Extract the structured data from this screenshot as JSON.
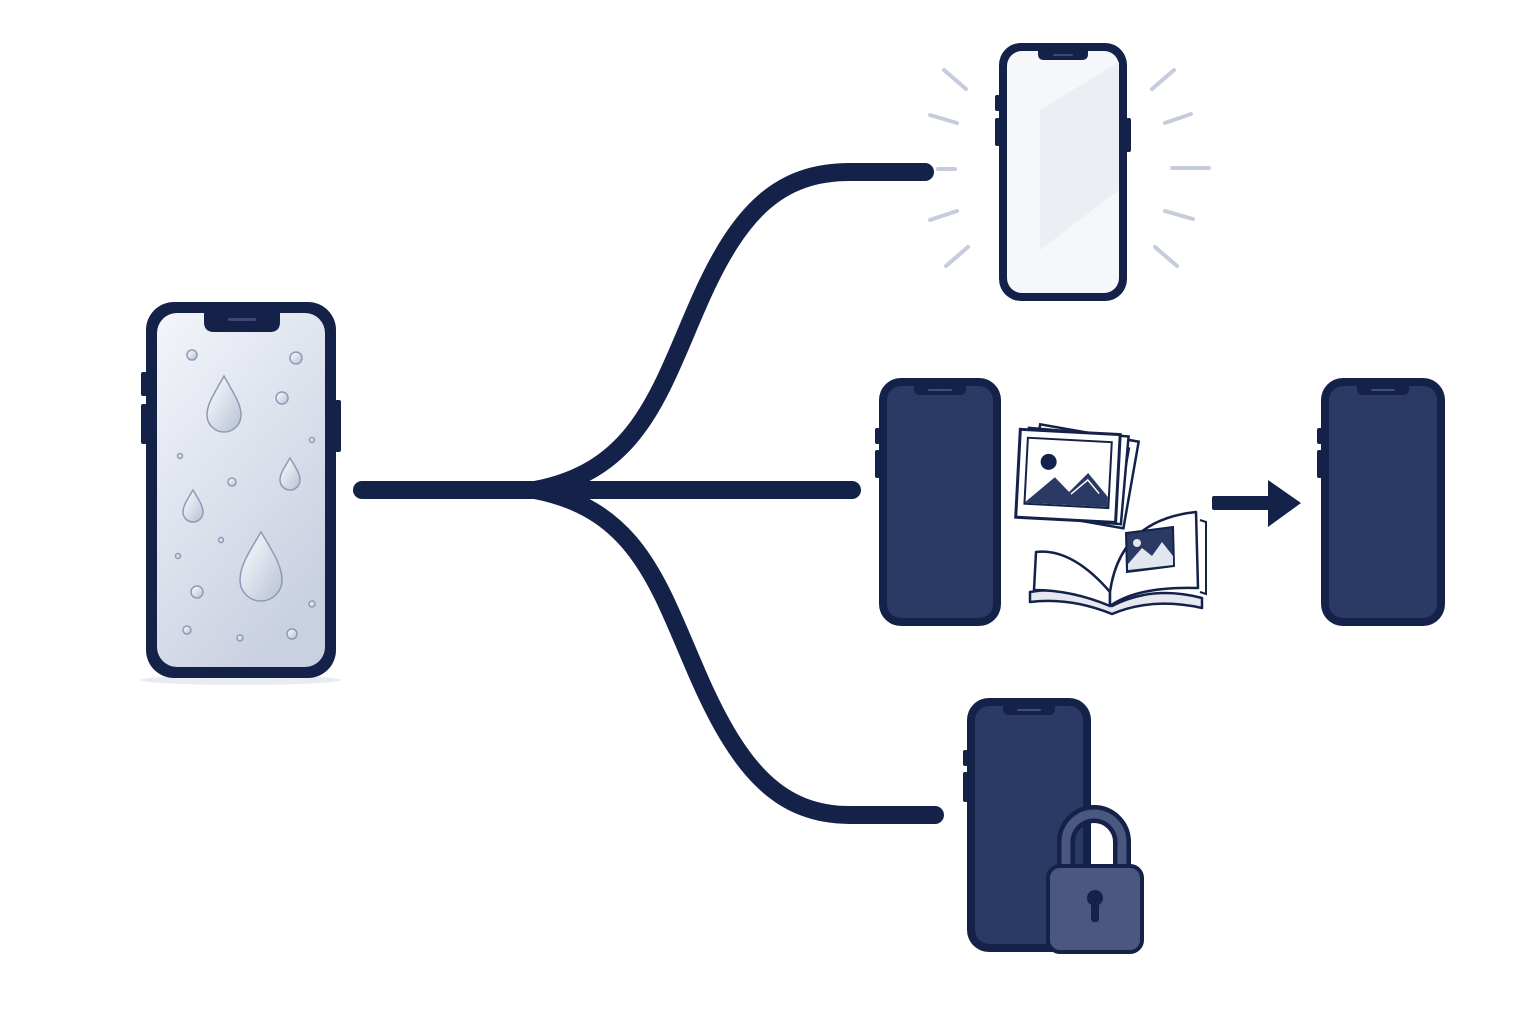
{
  "diagram": {
    "colors": {
      "background": "#ffffff",
      "navy": "#14224a",
      "navy_screen": "#2a3a64",
      "wet_screen_light": "#f3f5fa",
      "wet_screen_dark": "#c9d0e0",
      "lit_screen": "#f6f7fb",
      "glow_rays": "#c6ccdb",
      "lock_body": "#4a5880"
    },
    "nodes": [
      {
        "id": "wet-phone",
        "icon": "water-droplets-icon",
        "screen": "wet"
      },
      {
        "id": "phone-lit-screen",
        "icon": "glowing-screen-icon",
        "screen": "lit"
      },
      {
        "id": "source-phone",
        "icon": "phone-icon",
        "screen": "dark"
      },
      {
        "id": "photos-transfer",
        "icon": "photo-album-icon"
      },
      {
        "id": "transfer-arrow",
        "icon": "right-arrow-icon"
      },
      {
        "id": "target-phone",
        "icon": "phone-icon",
        "screen": "dark"
      },
      {
        "id": "locked-phone",
        "icon": "padlock-icon",
        "screen": "dark"
      }
    ],
    "edges": [
      {
        "from": "wet-phone",
        "to": "phone-lit-screen"
      },
      {
        "from": "wet-phone",
        "to": "source-phone"
      },
      {
        "from": "wet-phone",
        "to": "locked-phone"
      },
      {
        "from": "source-phone",
        "to": "target-phone",
        "via": "photos-transfer"
      }
    ]
  }
}
